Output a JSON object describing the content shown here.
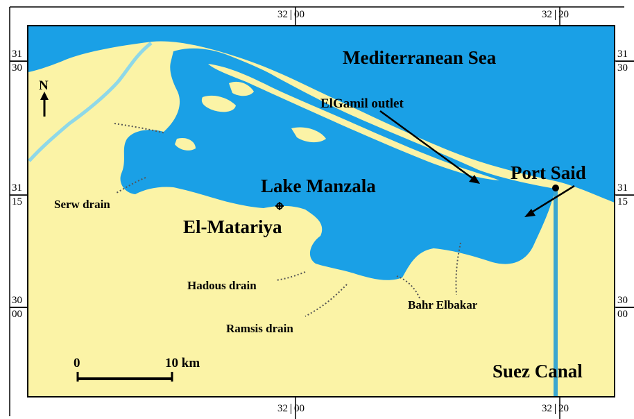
{
  "title": "",
  "colors": {
    "water": "#1aa0e6",
    "land": "#fbf3a6",
    "canal": "#87c5d8",
    "river": "#8ed8e8",
    "frame": "#000000"
  },
  "labels": {
    "sea": "Mediterranean Sea",
    "outlet": "ElGamil outlet",
    "port": "Port Said",
    "lake": "Lake Manzala",
    "city": "El-Matariya",
    "serw": "Serw drain",
    "hadous": "Hadous drain",
    "ramsis": "Ramsis drain",
    "bahr": "Bahr Elbakar",
    "canal": "Suez Canal",
    "north": "N"
  },
  "scale": {
    "start": "0",
    "end": "10 km"
  },
  "graticule": {
    "lon_left": {
      "deg": "32",
      "min": "00"
    },
    "lon_right": {
      "deg": "32",
      "min": "20"
    },
    "lat_top": {
      "deg": "31",
      "min": "30"
    },
    "lat_mid": {
      "deg": "31",
      "min": "15"
    },
    "lat_bottom": {
      "deg": "30",
      "min": "00"
    }
  }
}
